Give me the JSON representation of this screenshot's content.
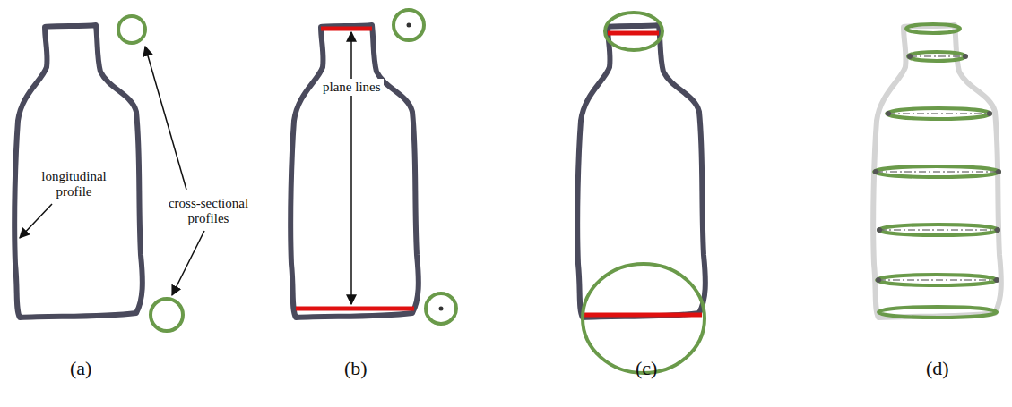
{
  "diagram": {
    "labels": [
      "cross-sectional profiles",
      "longitudinal profile",
      "plane lines",
      "(a)",
      "(b)",
      "(c)",
      "(d)"
    ]
  }
}
